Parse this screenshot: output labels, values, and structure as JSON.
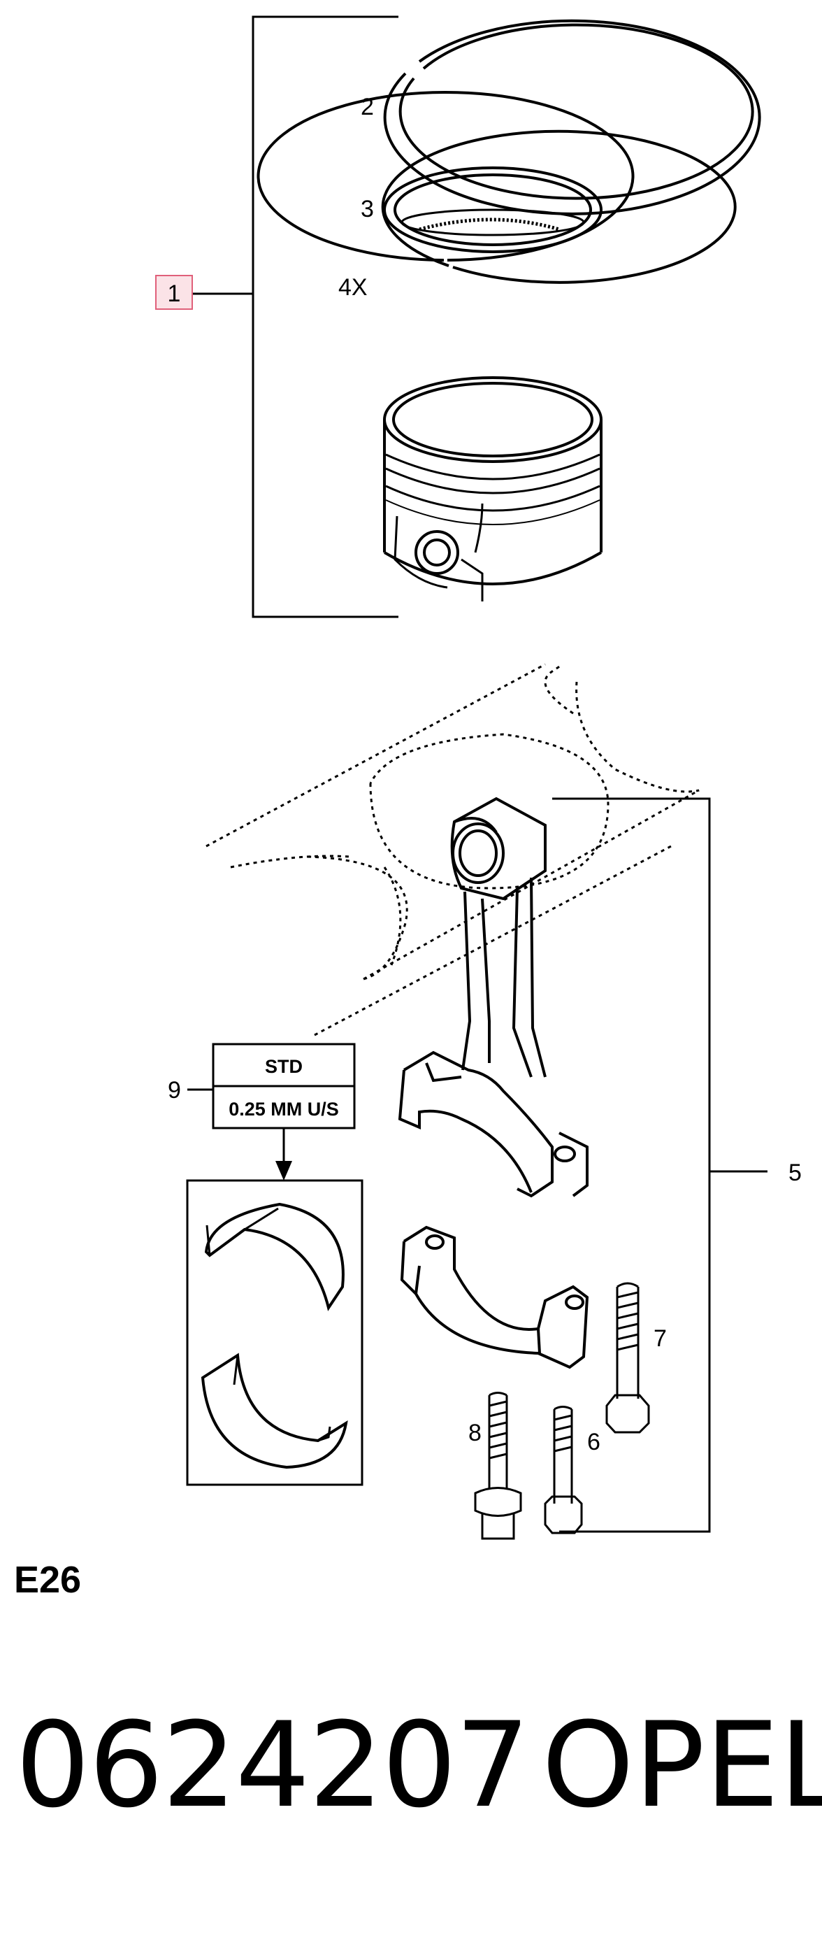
{
  "callouts": {
    "c1": "1",
    "c2": "2",
    "c3": "3",
    "c4x": "4X",
    "c5": "5",
    "c6": "6",
    "c7": "7",
    "c8": "8",
    "c9": "9"
  },
  "size_box": {
    "std": "STD",
    "undersize": "0.25 MM U/S"
  },
  "section_code": "E26",
  "footer": {
    "part_number": "0624207",
    "brand": "OPEL"
  },
  "colors": {
    "highlight_border": "#e0607a",
    "highlight_fill": "#fbe3e7",
    "line": "#000000"
  }
}
